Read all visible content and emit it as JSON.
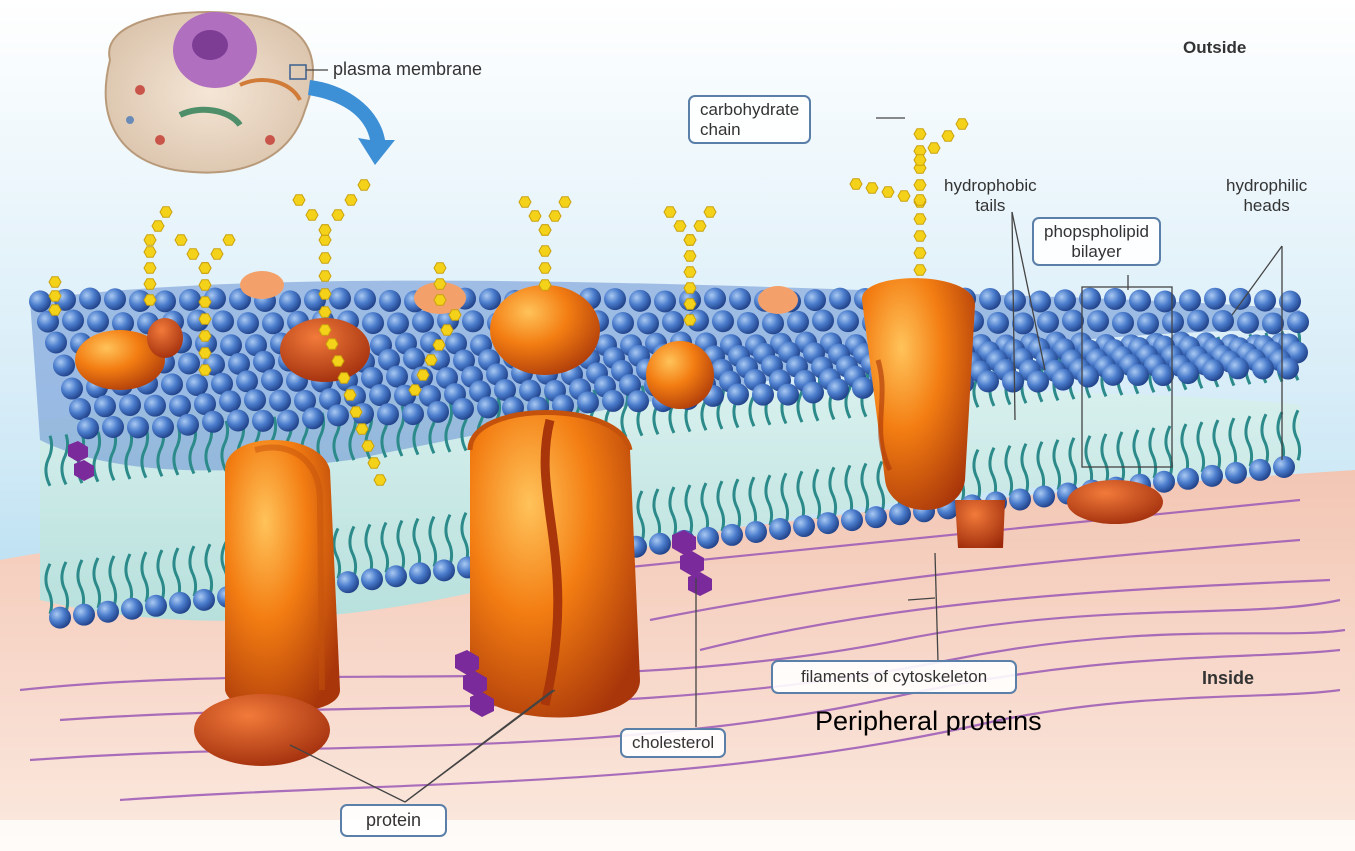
{
  "labels": {
    "plasma_membrane": "plasma membrane",
    "outside": "Outside",
    "inside": "Inside",
    "carbohydrate_chain": "carbohydrate\nchain",
    "hydrophobic_tails": "hydrophobic\ntails",
    "phospholipid_bilayer": "phopspholipid\nbilayer",
    "hydrophilic_heads": "hydrophilic\nheads",
    "filaments_of_cytoskeleton": "filaments of cytoskeleton",
    "peripheral_proteins": "Peripheral proteins",
    "cholesterol": "cholesterol",
    "protein": "protein"
  },
  "colors": {
    "sky_top": "#ffffff",
    "sky_bottom": "#9fd2ea",
    "head_blue": "#3f72c2",
    "tail_teal": "#2c8b8a",
    "protein_orange": "#f07a12",
    "protein_dark": "#b8420b",
    "sugar_yellow": "#f5d21a",
    "cytoplasm": "#f6d3c2",
    "filament_purple": "#9b59b6",
    "cholesterol_purple": "#7a2a9a",
    "label_border": "#5a7fa8"
  }
}
